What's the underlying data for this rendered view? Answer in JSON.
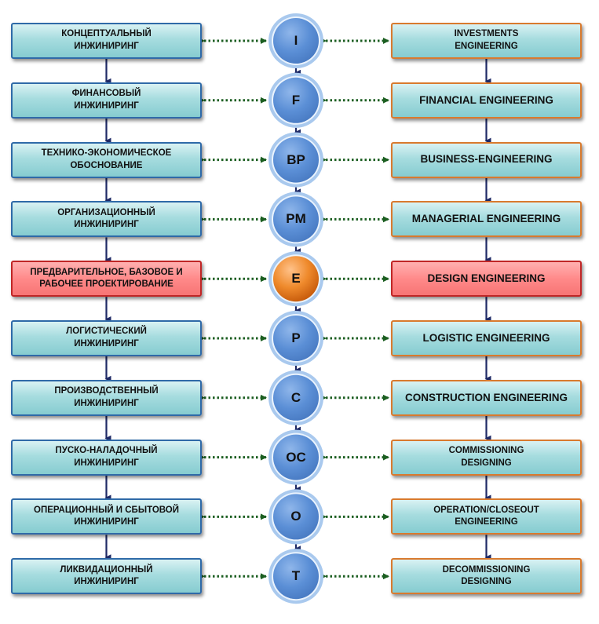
{
  "rows": [
    {
      "left": "КОНЦЕПТУАЛЬНЫЙ\nИНЖИНИРИНГ",
      "center": "I",
      "right": "INVESTMENTS\nENGINEERING",
      "right_size": "small",
      "highlight": false
    },
    {
      "left": "ФИНАНСОВЫЙ\nИНЖИНИРИНГ",
      "center": "F",
      "right": "FINANCIAL ENGINEERING",
      "right_size": "big",
      "highlight": false
    },
    {
      "left": "ТЕХНИКО-ЭКОНОМИЧЕСКОЕ\nОБОСНОВАНИЕ",
      "center": "BP",
      "right": "BUSINESS-ENGINEERING",
      "right_size": "big",
      "highlight": false
    },
    {
      "left": "ОРГАНИЗАЦИОННЫЙ\nИНЖИНИРИНГ",
      "center": "PM",
      "right": "MANAGERIAL ENGINEERING",
      "right_size": "big",
      "highlight": false
    },
    {
      "left": "ПРЕДВАРИТЕЛЬНОЕ,  БАЗОВОЕ И\nРАБОЧЕЕ ПРОЕКТИРОВАНИЕ",
      "center": "E",
      "right": "DESIGN ENGINEERING",
      "right_size": "big",
      "highlight": true
    },
    {
      "left": "ЛОГИСТИЧЕСКИЙ\nИНЖИНИРИНГ",
      "center": "P",
      "right": "LOGISTIC ENGINEERING",
      "right_size": "big",
      "highlight": false
    },
    {
      "left": "ПРОИЗВОДСТВЕННЫЙ\nИНЖИНИРИНГ",
      "center": "C",
      "right": "CONSTRUCTION ENGINEERING",
      "right_size": "big",
      "highlight": false
    },
    {
      "left": "ПУСКО-НАЛАДОЧНЫЙ\nИНЖИНИРИНГ",
      "center": "OC",
      "right": "COMMISSIONING\nDESIGNING",
      "right_size": "small",
      "highlight": false
    },
    {
      "left": "ОПЕРАЦИОННЫЙ И СБЫТОВОЙ\nИНЖИНИРИНГ",
      "center": "O",
      "right": "OPERATION/CLOSEOUT\nENGINEERING",
      "right_size": "small",
      "highlight": false
    },
    {
      "left": "ЛИКВИДАЦИОННЫЙ\nИНЖИНИРИНГ",
      "center": "T",
      "right": "DECOMMISSIONING\nDESIGNING",
      "right_size": "small",
      "highlight": false
    }
  ],
  "colors": {
    "box_border_left": "#2f6aa8",
    "box_border_right": "#d97a2e",
    "box_fill": "#a6dcdf",
    "highlight_fill": "#ff8a8a",
    "highlight_border": "#c02626",
    "circle_fill": "#5b8fd6",
    "circle_ring": "#a9c9ee",
    "circle_highlight_fill": "#e8731a",
    "vertical_arrow": "#1f2a66",
    "dotted_connector": "#1b5e20"
  }
}
